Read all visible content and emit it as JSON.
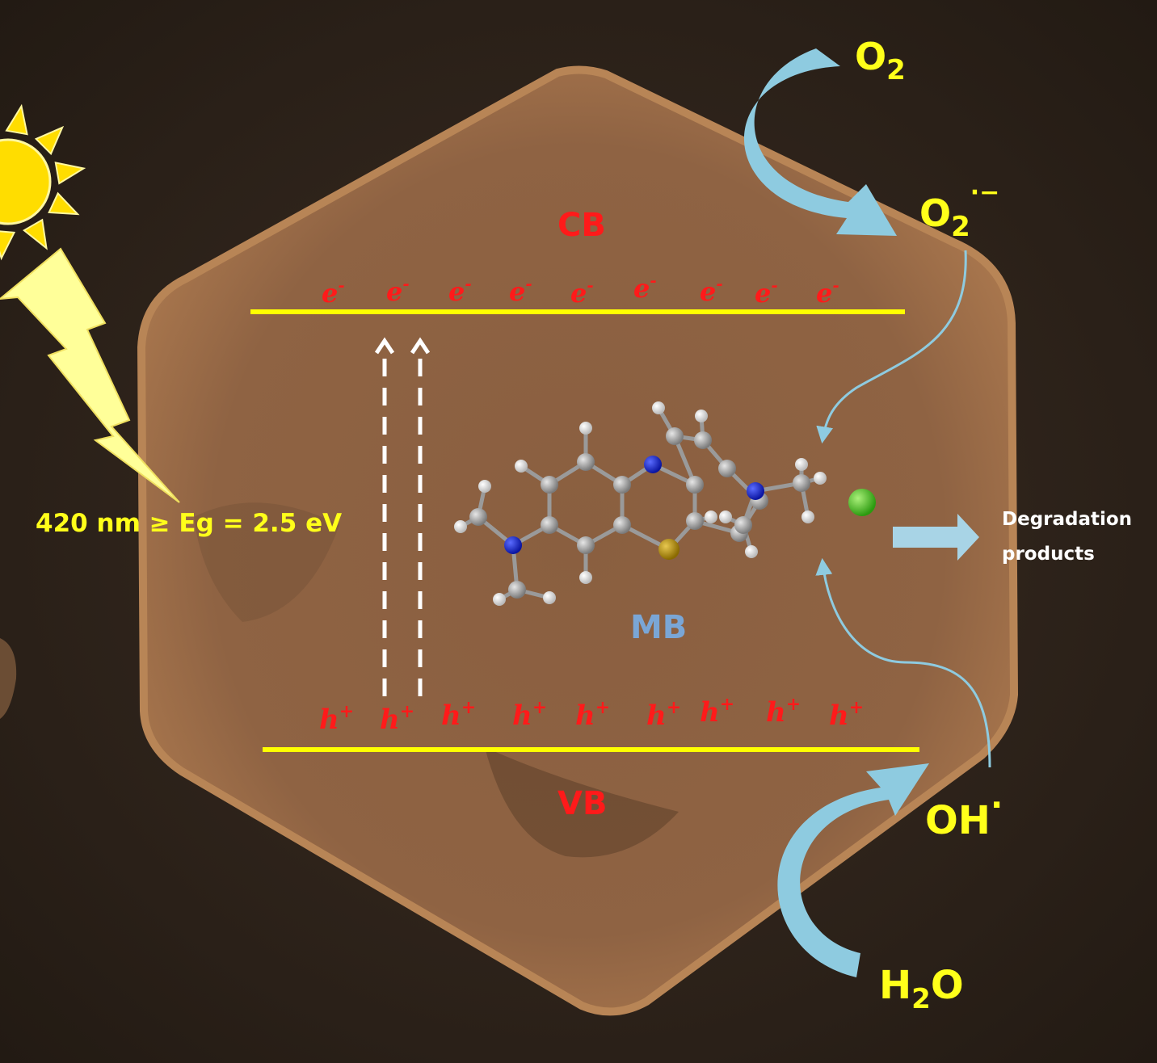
{
  "bands": {
    "cb_label": "CB",
    "vb_label": "VB",
    "electron": "e",
    "electron_sup": "-",
    "hole": "h",
    "hole_sup": "+"
  },
  "light": {
    "energy_label": "420 nm ≥ Eg = 2.5 eV"
  },
  "molecule": {
    "label": "MB"
  },
  "species": {
    "o2_main": "O",
    "o2_sub": "2",
    "o2rad_main": "O",
    "o2rad_sub": "2",
    "o2rad_sup": "·−",
    "oh_main": "OH",
    "oh_sup": "·",
    "h2o_h": "H",
    "h2o_sub": "2",
    "h2o_o": "O"
  },
  "products": {
    "line1": "Degradation",
    "line2": "products"
  },
  "colors": {
    "band_line": "#ffff00",
    "band_text": "#ff1a1a",
    "species_text": "#ffff1a",
    "mb_text": "#7aa6d6",
    "arrow": "#8ecbe0",
    "sun": "#ffdd00",
    "crystal": "#a3724a"
  }
}
